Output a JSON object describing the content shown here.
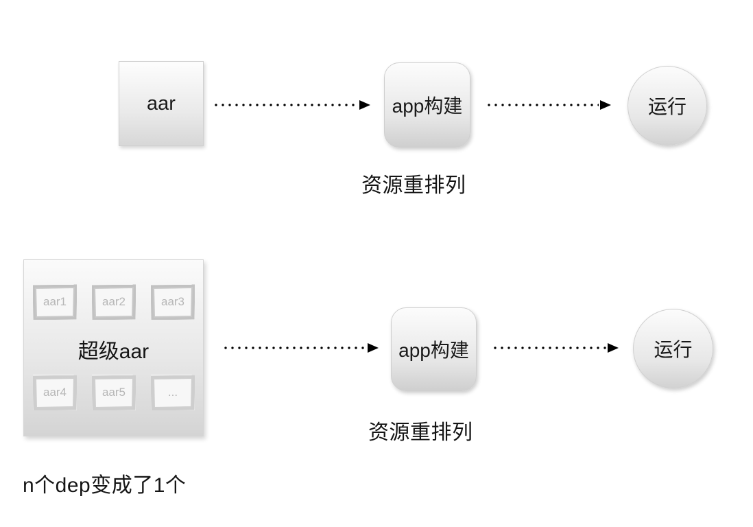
{
  "diagram": {
    "title": "aar dependency flow",
    "background_color": "#ffffff",
    "text_color": "#151515",
    "muted_text_color": "#b6b6b6",
    "arrow_color": "#000000",
    "row_top": {
      "source_node": "aar",
      "build_node": "app构建",
      "run_node": "运行",
      "caption": "资源重排列"
    },
    "row_bottom": {
      "super_node_label": "超级aar",
      "sub_boxes": [
        {
          "label": "aar1"
        },
        {
          "label": "aar2"
        },
        {
          "label": "aar3"
        },
        {
          "label": "aar4"
        },
        {
          "label": "aar5"
        },
        {
          "label": "..."
        }
      ],
      "build_node": "app构建",
      "run_node": "运行",
      "caption": "资源重排列",
      "footnote": "n个dep变成了1个"
    }
  }
}
